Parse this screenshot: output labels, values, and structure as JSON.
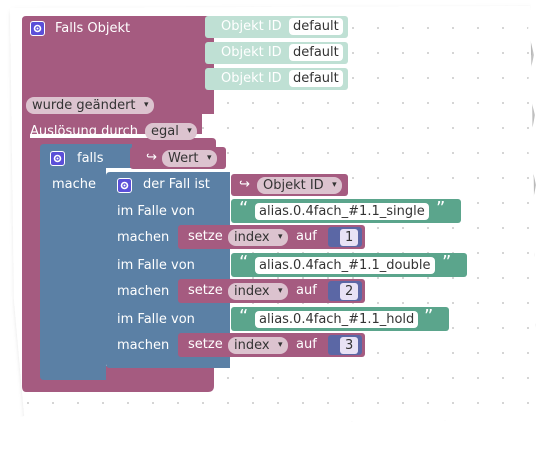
{
  "trigger": {
    "title": "Falls Objekt",
    "object_label": "Objekt ID",
    "object_values": [
      "default",
      "default",
      "default"
    ],
    "mode": "wurde geändert",
    "trigger_label": "Auslösung durch",
    "trigger_value": "egal"
  },
  "if_block": {
    "label": "falls",
    "do_label": "mache",
    "value_arrow": "↪",
    "value": "Wert"
  },
  "switch_block": {
    "label": "der Fall ist",
    "arrow": "↪",
    "value": "Objekt ID",
    "cases": [
      {
        "case_label": "im Falle von",
        "value": "alias.0.4fach_#1.1_single",
        "do_label": "machen",
        "set_label": "setze",
        "var": "index",
        "to_label": "auf",
        "number": "1"
      },
      {
        "case_label": "im Falle von",
        "value": "alias.0.4fach_#1.1_double",
        "do_label": "machen",
        "set_label": "setze",
        "var": "index",
        "to_label": "auf",
        "number": "2"
      },
      {
        "case_label": "im Falle von",
        "value": "alias.0.4fach_#1.1_hold",
        "do_label": "machen",
        "set_label": "setze",
        "var": "index",
        "to_label": "auf",
        "number": "3"
      }
    ]
  },
  "glyphs": {
    "open_quote": "“",
    "close_quote": "”",
    "dropdown": "▾"
  },
  "colors": {
    "event_block": "#a55b80",
    "logic_block": "#5b80a5",
    "text_block": "#5ba58c",
    "variable_block": "#a55b80",
    "math_block": "#5b67a5",
    "id_block": "#bfe0d4"
  }
}
